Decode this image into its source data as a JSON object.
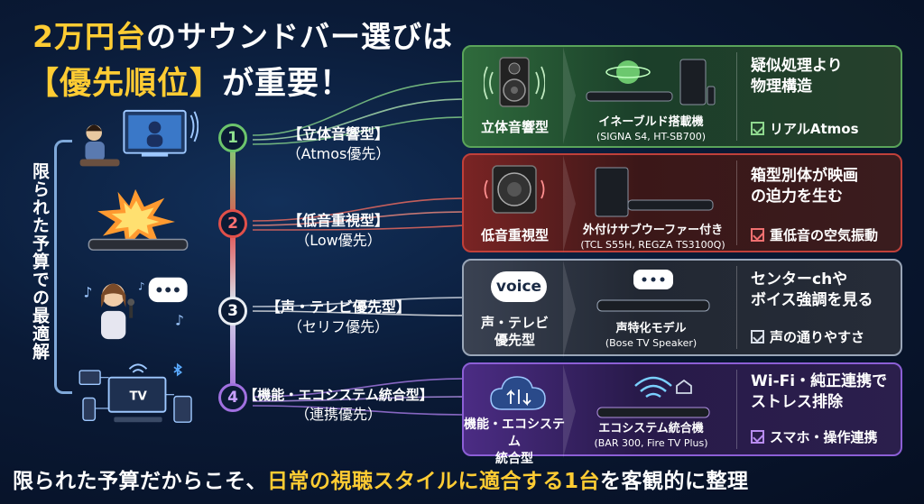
{
  "title": {
    "line1_accent": "2万円台",
    "line1_rest": "のサウンドバー選びは",
    "line2_accent": "【優先順位】",
    "line2_rest": "が重要！"
  },
  "side_label": "限られた予算での最適解",
  "categories": [
    {
      "num": "1",
      "name": "【立体音響型】",
      "sub": "（Atmos優先）",
      "color": "#6cc46c"
    },
    {
      "num": "2",
      "name": "【低音重視型】",
      "sub": "（Low優先）",
      "color": "#e0504a"
    },
    {
      "num": "3",
      "name": "【声・テレビ優先型】",
      "sub": "（セリフ優先）",
      "color": "#e8ecf2"
    },
    {
      "num": "4",
      "name": "【機能・エコシステム統合型】",
      "sub": "（連携優先）",
      "color": "#a070e0"
    }
  ],
  "cards": [
    {
      "type_label": "立体音響型",
      "product": "イネーブルド搭載機",
      "models": "(SIGNA S4, HT-SB700)",
      "point_l1": "疑似処理より",
      "point_l2": "物理構造",
      "check": "リアルAtmos",
      "accent": "#8fd88f"
    },
    {
      "type_label": "低音重視型",
      "product": "外付けサブウーファー付き",
      "models": "(TCL S55H, REGZA TS3100Q)",
      "point_l1": "箱型別体が映画",
      "point_l2": "の迫力を生む",
      "check": "重低音の空気振動",
      "accent": "#f07070"
    },
    {
      "type_label_l1": "声・テレビ",
      "type_label_l2": "優先型",
      "bubble": "voice",
      "product": "声特化モデル",
      "models": "(Bose TV Speaker)",
      "point_l1": "センターchや",
      "point_l2": "ボイス強調を見る",
      "check": "声の通りやすさ",
      "accent": "#d8dee8"
    },
    {
      "type_label_l1": "機能・エコシステム",
      "type_label_l2": "統合型",
      "product": "エコシステム統合機",
      "models": "(BAR 300, Fire TV Plus)",
      "point_l1": "Wi-Fi・純正連携で",
      "point_l2": "ストレス排除",
      "check": "スマホ・操作連携",
      "accent": "#b88cf0"
    }
  ],
  "tv_label": "TV",
  "footer": {
    "part1": "限られた予算だからこそ、",
    "part2_accent": "日常の視聴スタイルに適合する1台",
    "part3": "を客観的に整理"
  }
}
